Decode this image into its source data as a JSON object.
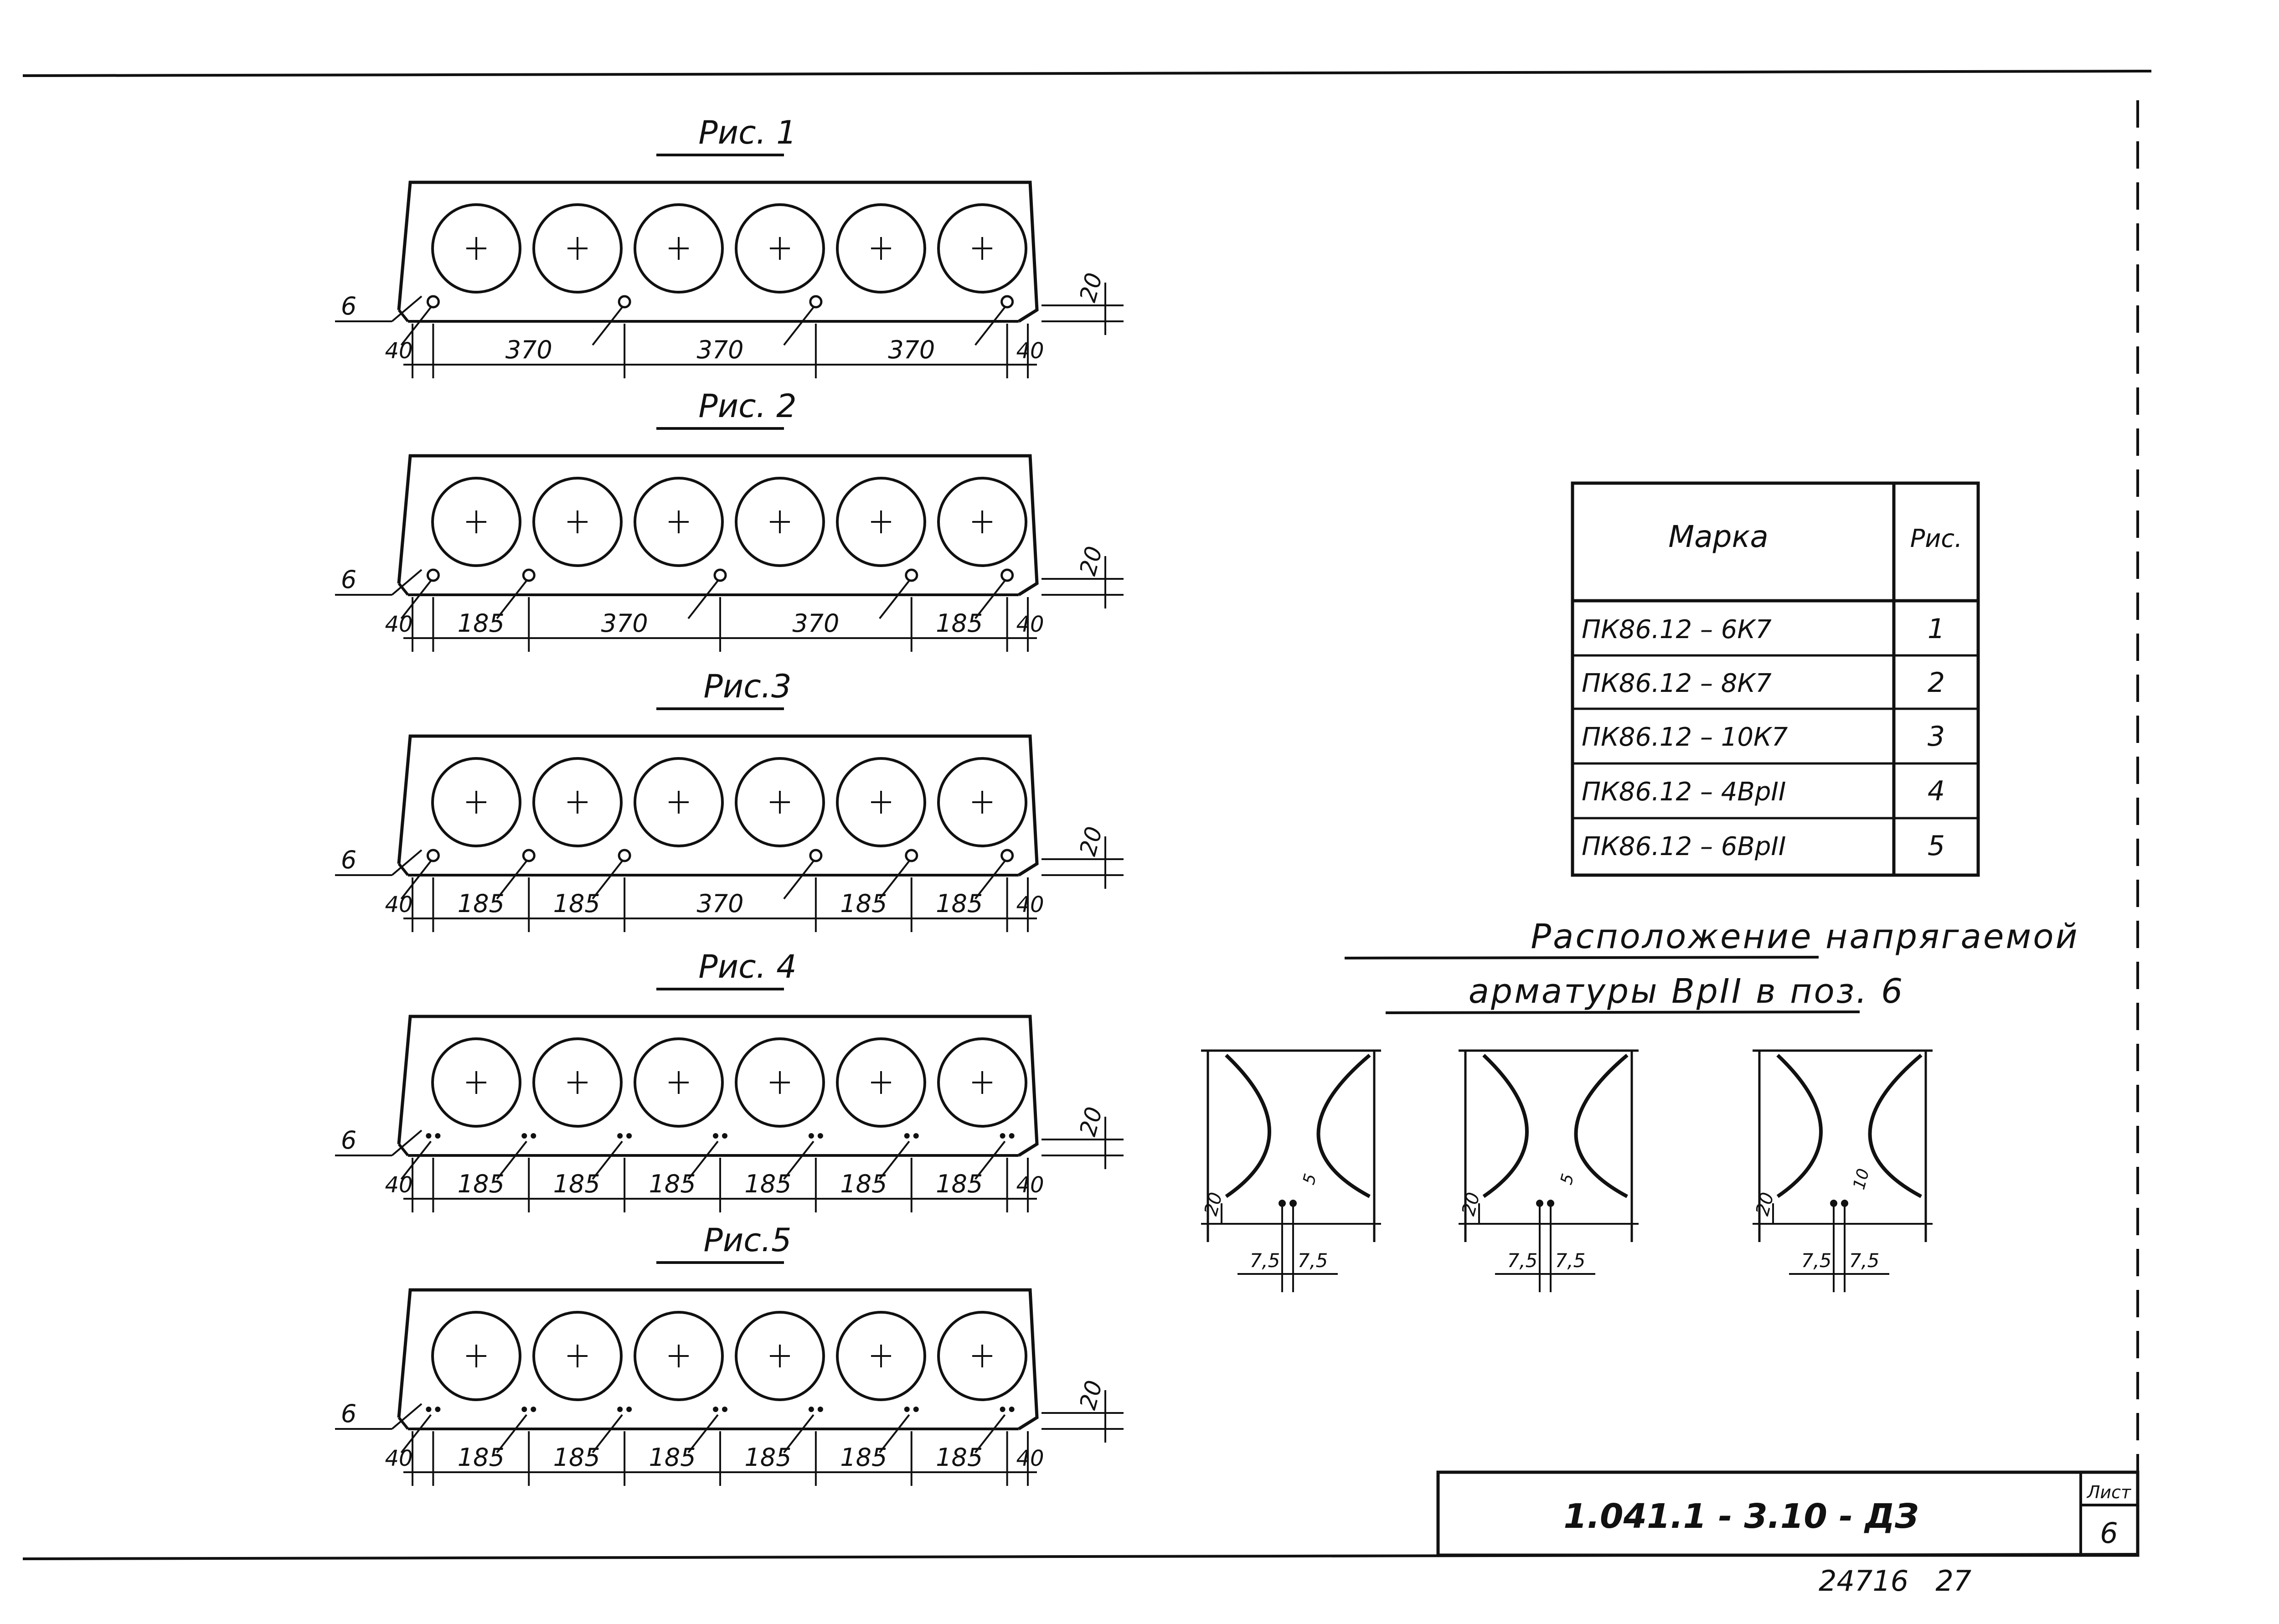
{
  "figures": [
    {
      "title": "Рис. 1",
      "side_label": "6",
      "edge_dims": [
        "40",
        "40"
      ],
      "offset_dim": "20",
      "spacings": [
        "370",
        "370",
        "370"
      ],
      "bar_type": "strand"
    },
    {
      "title": "Рис. 2",
      "side_label": "6",
      "edge_dims": [
        "40",
        "40"
      ],
      "offset_dim": "20",
      "spacings": [
        "185",
        "370",
        "370",
        "185"
      ],
      "bar_type": "strand"
    },
    {
      "title": "Рис.3",
      "side_label": "6",
      "edge_dims": [
        "40",
        "40"
      ],
      "offset_dim": "20",
      "spacings": [
        "185",
        "185",
        "370",
        "185",
        "185"
      ],
      "bar_type": "strand"
    },
    {
      "title": "Рис. 4",
      "side_label": "6",
      "edge_dims": [
        "40",
        "40"
      ],
      "offset_dim": "20",
      "spacings": [
        "185",
        "185",
        "185",
        "185",
        "185",
        "185"
      ],
      "bar_type": "wire"
    },
    {
      "title": "Рис.5",
      "side_label": "6",
      "edge_dims": [
        "40",
        "40"
      ],
      "offset_dim": "20",
      "spacings": [
        "185",
        "185",
        "185",
        "185",
        "185",
        "185"
      ],
      "bar_type": "wire"
    }
  ],
  "mark_table": {
    "headers": [
      "Марка",
      "Рис."
    ],
    "rows": [
      [
        "ПК86.12 – 6К7",
        "1"
      ],
      [
        "ПК86.12 – 8К7",
        "2"
      ],
      [
        "ПК86.12 – 10К7",
        "3"
      ],
      [
        "ПК86.12 – 4ВрII",
        "4"
      ],
      [
        "ПК86.12 – 6ВрII",
        "5"
      ]
    ]
  },
  "detail_section": {
    "title_line1": "Расположение напрягаемой",
    "title_line2": "арматуры ВрII в поз. 6",
    "details": [
      {
        "dim_a": "7,5",
        "dim_b": "7,5",
        "dim_h": "20",
        "dim_s": "5"
      },
      {
        "dim_a": "7,5",
        "dim_b": "7,5",
        "dim_h": "20",
        "dim_s": "5"
      },
      {
        "dim_a": "7,5",
        "dim_b": "7,5",
        "dim_h": "20",
        "dim_s": "10"
      }
    ]
  },
  "title_block": {
    "doc_code": "1.041.1 - 3.10 - ДЗ",
    "sheet_label": "Лист",
    "sheet_number": "6",
    "footer_number": "24716   27"
  }
}
